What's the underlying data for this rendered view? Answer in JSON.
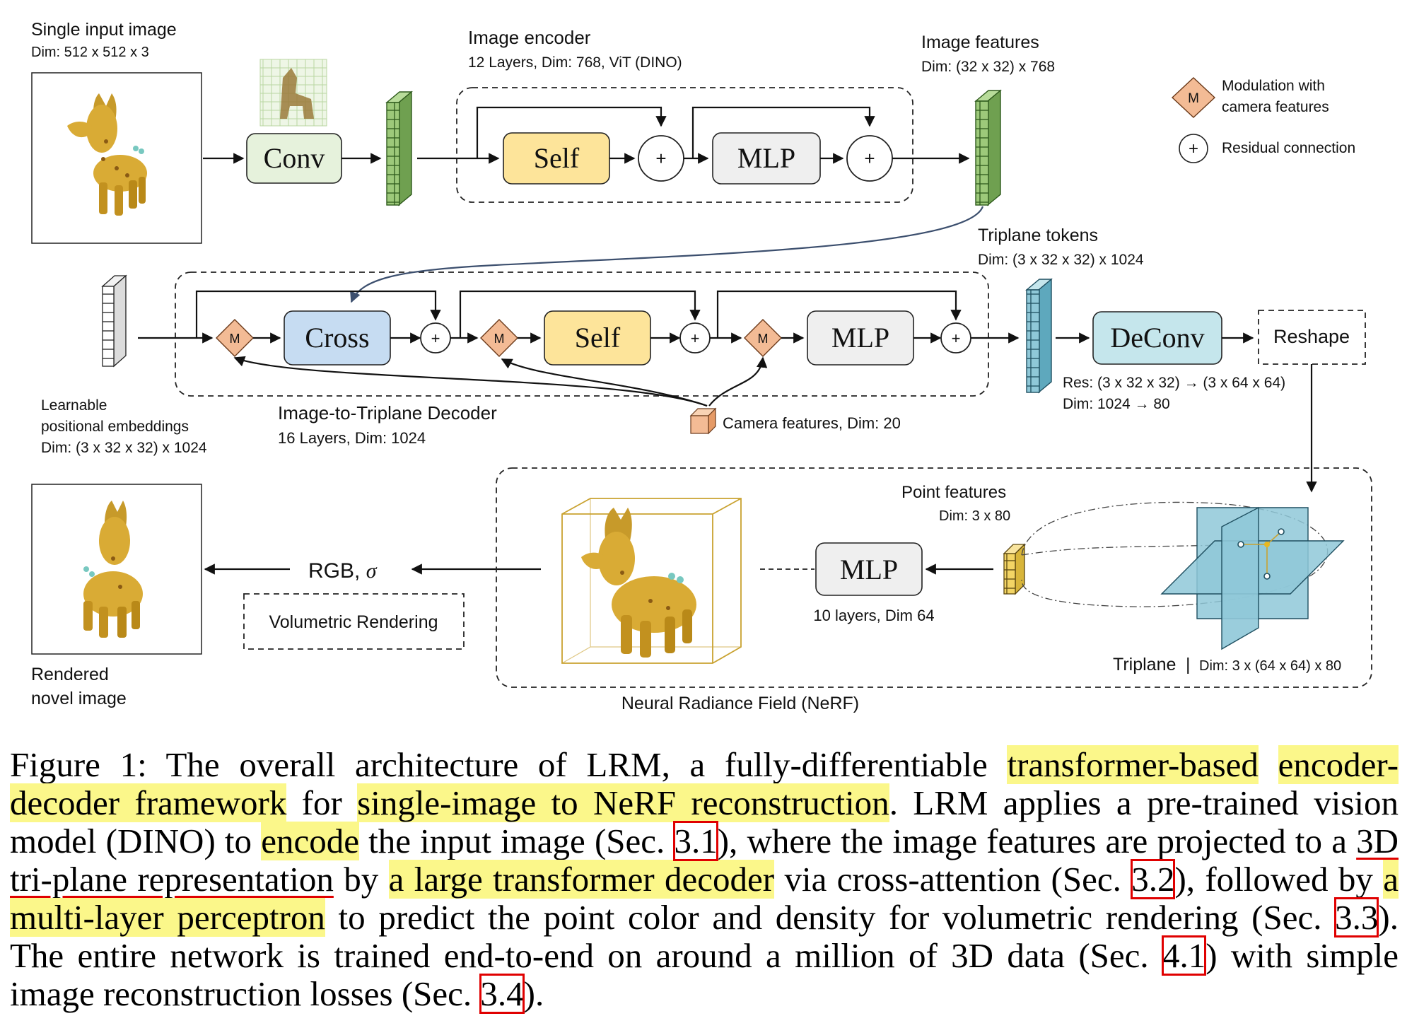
{
  "input": {
    "title": "Single input image",
    "dim": "Dim: 512 x 512 x 3"
  },
  "encoder": {
    "title": "Image encoder",
    "sub": "12 Layers, Dim: 768, ViT (DINO)",
    "conv": "Conv",
    "self": "Self",
    "mlp": "MLP",
    "plus": "+"
  },
  "image_features": {
    "title": "Image features",
    "dim": "Dim: (32 x 32) x 768"
  },
  "legend": {
    "m_symbol": "M",
    "modulation_line1": "Modulation with",
    "modulation_line2": "camera features",
    "plus_symbol": "+",
    "residual": "Residual connection"
  },
  "decoder": {
    "title": "Image-to-Triplane Decoder",
    "sub": "16 Layers, Dim: 1024",
    "cross": "Cross",
    "self": "Self",
    "mlp": "MLP",
    "m": "M",
    "plus": "+"
  },
  "pos_embed": {
    "line1": "Learnable",
    "line2": "positional embeddings",
    "line3": "Dim: (3 x 32 x 32) x 1024"
  },
  "camera": {
    "label": "Camera features, Dim: 20"
  },
  "triplane_tokens": {
    "title": "Triplane  tokens",
    "dim": "Dim: (3 x 32 x 32) x 1024"
  },
  "deconv": {
    "label": "DeConv",
    "res": "Res: (3 x 32 x 32) → (3 x 64 x 64)",
    "dim": "Dim: 1024 → 80"
  },
  "reshape": {
    "label": "Reshape"
  },
  "nerf": {
    "title": "Neural Radiance Field (NeRF)",
    "point_title": "Point features",
    "point_dim": "Dim: 3 x 80",
    "mlp": "MLP",
    "mlp_sub": "10 layers, Dim 64",
    "triplane": "Triplane",
    "sep": "|",
    "triplane_dim": "Dim: 3 x (64 x 64) x 80"
  },
  "render": {
    "rgb": "RGB, ",
    "sigma": "σ",
    "volumetric": "Volumetric Rendering",
    "out_line1": "Rendered",
    "out_line2": "novel image"
  },
  "caption": {
    "s0": "Figure 1: The overall architecture of LRM, a fully-differentiable ",
    "h1": "transformer-based",
    "s1": " ",
    "h2": "encoder-decoder framework",
    "s2": " for ",
    "h3": "single-image to NeRF reconstruction",
    "s3": ".  LRM applies a pre-trained vision model (DINO) to ",
    "h4": "encode",
    "s4": " the input image (Sec. ",
    "r1": "3.1",
    "s5": "), where the image features are projected to a ",
    "u1": "3D tri-plane representation",
    "s6": " by ",
    "h5": "a large transformer decoder",
    "s7": " via cross-attention (Sec. ",
    "r2": "3.2",
    "s8": "), followed by ",
    "h6": "a multi-layer perceptron",
    "s9": " to predict the point color and density for volumetric rendering (Sec. ",
    "r3": "3.3",
    "s10": "). The entire network is trained end-to-end on around a million of 3D data (Sec. ",
    "r4": "4.1",
    "s11": ") with simple image reconstruction losses (Sec. ",
    "r5": "3.4",
    "s12": ")."
  },
  "colors": {
    "green": "#9dc97a",
    "green_box": "#e6f2dc",
    "yellow": "#fde49a",
    "blue": "#c6dcf2",
    "teal": "#8fc8d8",
    "teal_box": "#c5e6ec",
    "gray": "#efefef",
    "orange": "#f3bb95",
    "cube_yellow": "#f3d565",
    "highlight": "#fbf78a",
    "ref_box": "#e00000"
  }
}
